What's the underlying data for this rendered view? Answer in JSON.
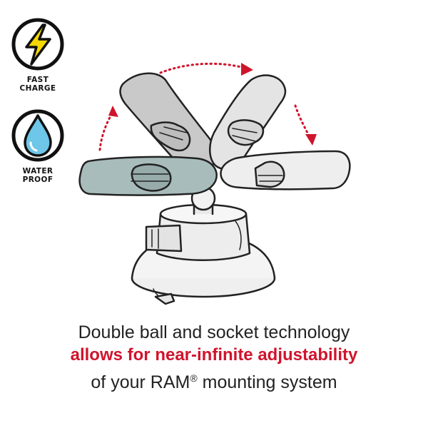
{
  "badges": [
    {
      "icon": "lightning-bolt-icon",
      "line1": "FAST",
      "line2": "CHARGE",
      "color": "#f5d800"
    },
    {
      "icon": "water-drop-icon",
      "line1": "WATER",
      "line2": "PROOF",
      "color": "#6ec6e8"
    }
  ],
  "caption": {
    "line1": "Double ball and socket technology",
    "line2": "allows for near-infinite adjustability",
    "line3_before": "of your RAM",
    "line3_mark": "®",
    "line3_after": " mounting system"
  },
  "colors": {
    "accent": "#d0142c",
    "arm_selected": "#a9bcbc",
    "arm_light": "#e7e7e7",
    "arm_mid": "#c9c9c9",
    "outline": "#222222"
  }
}
